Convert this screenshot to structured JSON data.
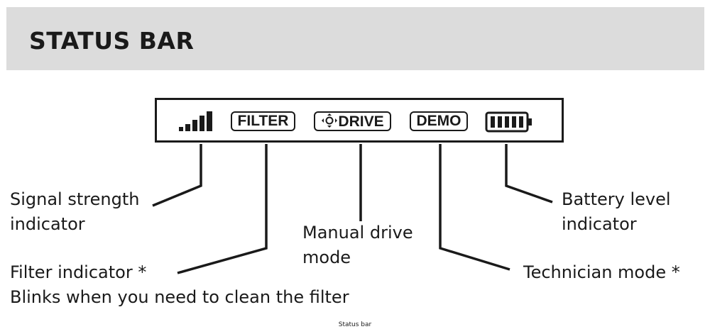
{
  "header": {
    "title": "STATUS BAR"
  },
  "status_bar": {
    "filter_chip": "FILTER",
    "drive_chip": "DRIVE",
    "demo_chip": "DEMO"
  },
  "labels": {
    "signal": [
      "Signal strength",
      "indicator"
    ],
    "drive": [
      "Manual drive",
      "mode"
    ],
    "battery": [
      "Battery level",
      "indicator"
    ],
    "filter": [
      "Filter indicator *",
      "Blinks when you need to clean the filter"
    ],
    "technician": "Technician mode *"
  },
  "caption": "Status bar",
  "colors": {
    "header_bg": "#dcdcdc",
    "ink": "#1a1a1a"
  },
  "icons": [
    "signal-strength-icon",
    "manual-drive-icon",
    "battery-icon"
  ]
}
